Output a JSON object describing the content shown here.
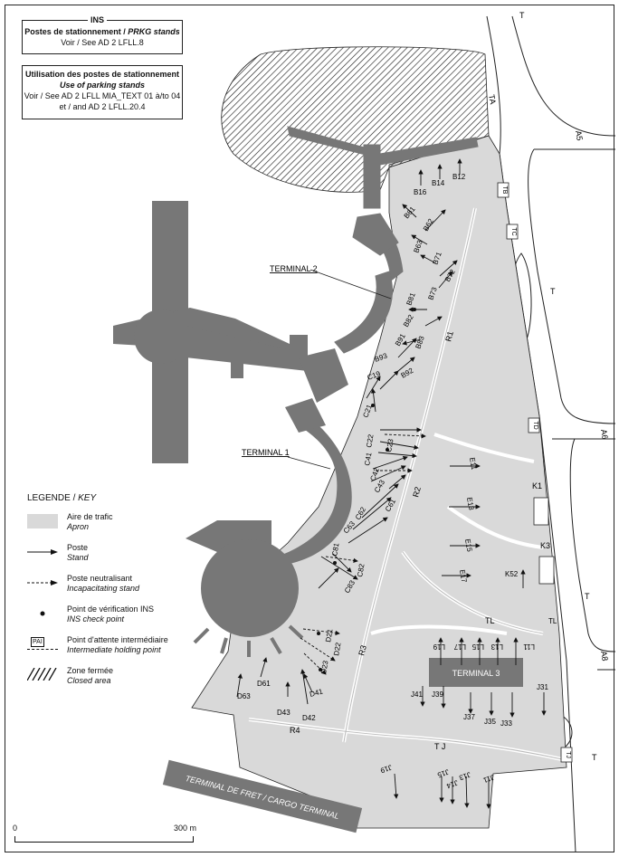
{
  "info_box": {
    "line1": "INS",
    "line2a": "Postes de stationnement / ",
    "line2b": "PRKG stands",
    "line3": "Voir / See AD 2 LFLL.8"
  },
  "usage_box": {
    "line1": "Utilisation des postes de stationnement",
    "line2": "Use of parking stands",
    "line3": "Voir / See AD 2 LFLL MIA_TEXT 01 à/to 04",
    "line4": "et / and AD 2 LFLL.20.4"
  },
  "terminals": {
    "t1": "TERMINAL 1",
    "t2": "TERMINAL 2",
    "t3": "TERMINAL 3",
    "fret": "TERMINAL DE FRET / CARGO TERMINAL"
  },
  "taxiways": {
    "T": "T",
    "A5": "A5",
    "A6": "A6",
    "A8": "A8",
    "TA": "TA",
    "R1": "R1",
    "R2": "R2",
    "R3": "R3",
    "R4": "R4",
    "TL": "TL",
    "TJ": "T J",
    "K1": "K1",
    "K3": "K3"
  },
  "holding_points": [
    "TB",
    "TC",
    "TD",
    "TL",
    "TJ"
  ],
  "stands": {
    "B16": "B16",
    "B14": "B14",
    "B12": "B12",
    "B61": "B61",
    "B62": "B62",
    "B63": "B63",
    "B71": "B71",
    "B72": "B72",
    "B73": "B73",
    "B81": "B81",
    "B82": "B82",
    "B83": "B83",
    "B91": "B91",
    "B92": "B92",
    "B93": "B93",
    "C19": "C19",
    "C21": "C21",
    "C22": "C22",
    "C23": "C23",
    "C41": "C41",
    "C42": "C42",
    "C43": "C43",
    "C61": "C61",
    "C62": "C62",
    "C63": "C63",
    "C81": "C81",
    "C82": "C82",
    "C83": "C83",
    "D21": "D21",
    "D22": "D22",
    "D23": "D23",
    "D41": "D41",
    "D42": "D42",
    "D43": "D43",
    "D61": "D61",
    "D63": "D63",
    "E11": "E11",
    "E13": "E13",
    "E15": "E15",
    "E17": "E17",
    "K52": "K52",
    "L19": "L19",
    "L17": "L17",
    "L15": "L15",
    "L13": "L13",
    "L11": "L11",
    "J41": "J41",
    "J39": "J39",
    "J37": "J37",
    "J35": "J35",
    "J33": "J33",
    "J31": "J31",
    "J19": "J19",
    "J15": "J15",
    "J14": "J14",
    "J13": "J13",
    "J11": "J11"
  },
  "legend": {
    "title_a": "LEGENDE / ",
    "title_b": "KEY",
    "apron_fr": "Aire de trafic",
    "apron_en": "Apron",
    "stand_fr": "Poste",
    "stand_en": "Stand",
    "incap_fr": "Poste neutralisant",
    "incap_en": "Incapacitating stand",
    "ins_fr": "Point de vérification INS",
    "ins_en": "INS check point",
    "hold_fr": "Point d'attente intermédiaire",
    "hold_en": "Intermediate holding point",
    "hold_sym": "PAI",
    "closed_fr": "Zone fermée",
    "closed_en": "Closed area"
  },
  "scale": {
    "zero": "0",
    "max": "300 m"
  },
  "colors": {
    "apron": "#d9d9d9",
    "terminal": "#777777",
    "line": "#222222",
    "route": "#ffffff"
  }
}
